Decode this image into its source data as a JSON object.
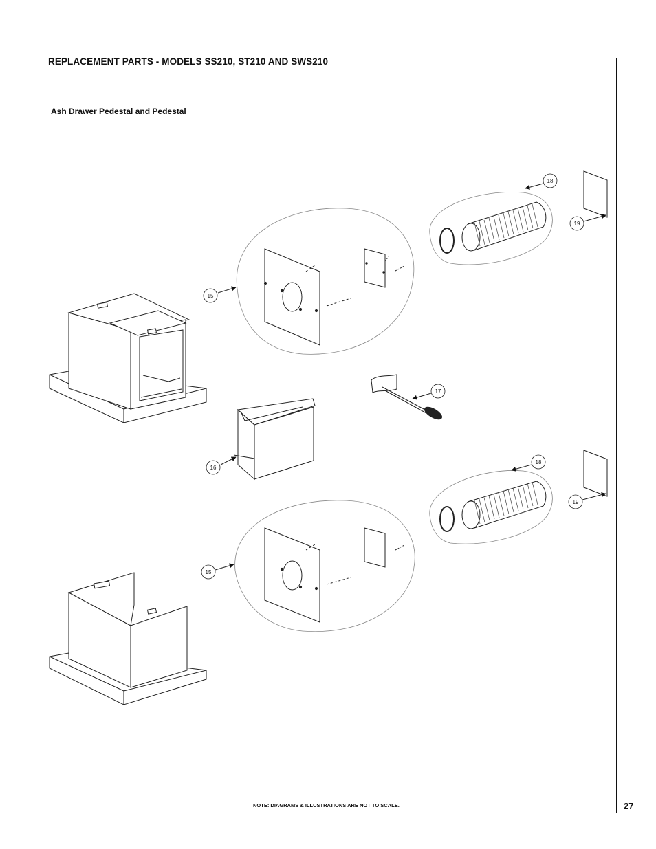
{
  "header": {
    "title": "REPLACEMENT PARTS - MODELS SS210, ST210 AND SWS210",
    "subtitle": "Ash Drawer Pedestal and Pedestal"
  },
  "callouts": {
    "c15_top": "15",
    "c16": "16",
    "c17": "17",
    "c18_top": "18",
    "c19_top": "19",
    "c18_bottom": "18",
    "c19_bottom": "19",
    "c15_bottom": "15"
  },
  "footer": {
    "note": "NOTE: DIAGRAMS & ILLUSTRATIONS ARE NOT TO SCALE.",
    "page_number": "27"
  }
}
